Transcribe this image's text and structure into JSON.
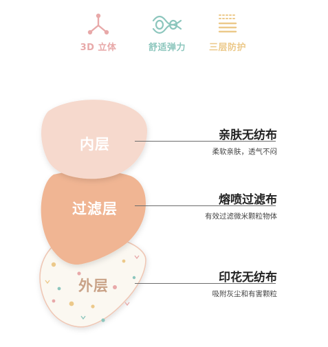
{
  "features": [
    {
      "label": "3D 立体",
      "icon": "tri-node-icon",
      "color": "#e8a9a9"
    },
    {
      "label": "舒适弹力",
      "icon": "wave-chain-icon",
      "color": "#8cc6bd"
    },
    {
      "label": "三层防护",
      "icon": "layered-lines-icon",
      "color": "#ecc98a"
    }
  ],
  "layers": [
    {
      "label": "内层",
      "title": "亲肤无纺布",
      "desc": "柔软亲肤，透气不闷",
      "color": "#f6d9cd"
    },
    {
      "label": "过滤层",
      "title": "熔喷过滤布",
      "desc": "有效过滤微米颗粒物体",
      "color": "#f0b593"
    },
    {
      "label": "外层",
      "title": "印花无纺布",
      "desc": "吸附灰尘和有害颗粒",
      "color": "#fbf8f1"
    }
  ]
}
